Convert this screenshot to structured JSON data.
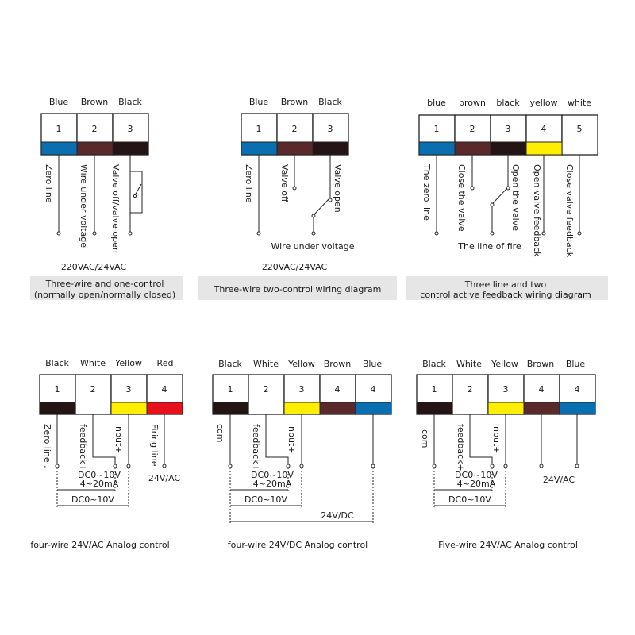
{
  "colors": {
    "blue": "#0a6fb0",
    "brown": "#5a2a2a",
    "black": "#241414",
    "yellow": "#ffee00",
    "white": "#ffffff",
    "red": "#e8101a"
  },
  "diagrams": [
    {
      "wire_names": [
        "Blue",
        "Brown",
        "Black"
      ],
      "numbers": [
        "1",
        "2",
        "3"
      ],
      "terminal_labels": [
        "Zero line",
        "Wire under voltage",
        "Valve off/valve open"
      ],
      "supply": "220VAC/24VAC",
      "caption_line1": "Three-wire and one-control",
      "caption_line2": "(normally open/normally closed)"
    },
    {
      "wire_names": [
        "Blue",
        "Brown",
        "Black"
      ],
      "numbers": [
        "1",
        "2",
        "3"
      ],
      "terminal_labels": [
        "Zero line",
        "Valve off",
        "Valve open"
      ],
      "extra_label": "Wire under voltage",
      "supply": "220VAC/24VAC",
      "caption_line1": "Three-wire two-control wiring diagram"
    },
    {
      "wire_names": [
        "blue",
        "brown",
        "black",
        "yellow",
        "white"
      ],
      "numbers": [
        "1",
        "2",
        "3",
        "4",
        "5"
      ],
      "terminal_labels": [
        "The zero line",
        "Close the valve",
        "Open the valve",
        "Open valve feedback",
        "Close valve feedback"
      ],
      "extra_label": "The line of fire",
      "caption_line1": "Three line and two",
      "caption_line2": "control active feedback wiring diagram"
    },
    {
      "wire_names": [
        "Black",
        "White",
        "Yellow",
        "Red"
      ],
      "numbers": [
        "1",
        "2",
        "3",
        "4"
      ],
      "terminal_labels": [
        "Zero line ,",
        "feedback+",
        "input+",
        "Firing line"
      ],
      "signal_voltage": "DC0~10V",
      "signal_current": "4~20mA",
      "dim_label": "DC0~10V",
      "supply": "24V/AC",
      "caption_line1": "four-wire 24V/AC Analog control"
    },
    {
      "wire_names": [
        "Black",
        "White",
        "Yellow",
        "Brown",
        "Blue"
      ],
      "numbers": [
        "1",
        "2",
        "3",
        "4",
        "4"
      ],
      "terminal_labels": [
        "com",
        "feedback+",
        "input+"
      ],
      "signal_voltage": "DC0~10V",
      "signal_current": "4~20mA",
      "dim_label": "DC0~10V",
      "supply": "24V/DC",
      "caption_line1": "four-wire 24V/DC Analog control"
    },
    {
      "wire_names": [
        "Black",
        "White",
        "Yellow",
        "Brown",
        "Blue"
      ],
      "numbers": [
        "1",
        "2",
        "3",
        "4",
        "4"
      ],
      "terminal_labels": [
        "com",
        "feedback+",
        "input+"
      ],
      "signal_voltage": "DC0~10V",
      "signal_current": "4~20mA",
      "dim_label": "DC0~10V",
      "supply": "24V/AC",
      "caption_line1": "Five-wire 24V/AC Analog control"
    }
  ]
}
